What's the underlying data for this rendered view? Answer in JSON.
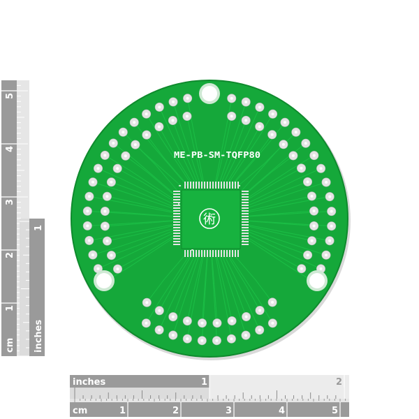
{
  "board": {
    "label": "ME-PB-SM-TQFP80",
    "logo_glyph": "術",
    "pcb_color": "#15a83a",
    "silk_color": "#ffffff",
    "pad_color": "#e4e4e4"
  },
  "ruler_vertical_cm": {
    "unit_label": "cm",
    "tick_labels": [
      "1",
      "2",
      "3",
      "4",
      "5"
    ]
  },
  "ruler_vertical_inches": {
    "unit_label": "inches",
    "tick_labels": [
      "1"
    ]
  },
  "ruler_horizontal_inches": {
    "unit_label": "inches",
    "tick_labels": [
      "1",
      "2"
    ]
  },
  "ruler_horizontal_cm": {
    "unit_label": "cm",
    "tick_labels": [
      "1",
      "2",
      "3",
      "4",
      "5"
    ]
  }
}
